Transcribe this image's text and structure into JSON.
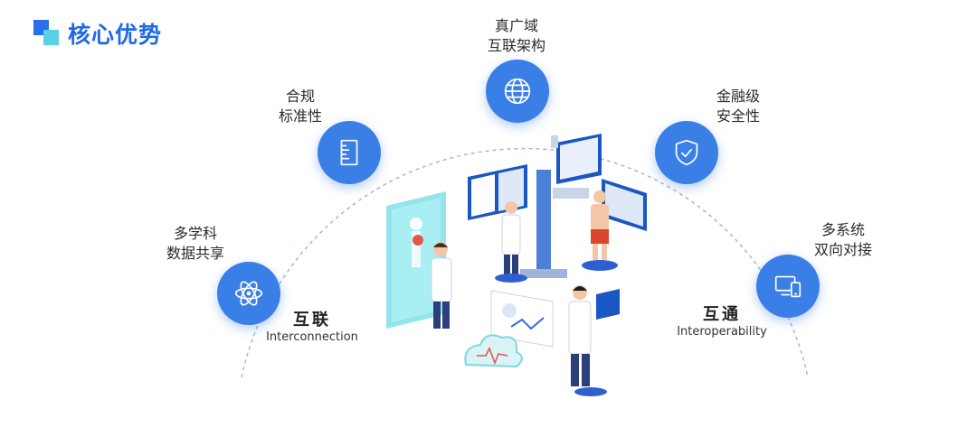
{
  "header": {
    "title": "核心优势"
  },
  "nodes": [
    {
      "id": "multi-subject",
      "line1": "多学科",
      "line2": "数据共享",
      "icon": "atom-icon"
    },
    {
      "id": "compliance",
      "line1": "合规",
      "line2": "标准性",
      "icon": "ruler-icon"
    },
    {
      "id": "wan",
      "line1": "真广域",
      "line2": "互联架构",
      "icon": "globe-icon"
    },
    {
      "id": "security",
      "line1": "金融级",
      "line2": "安全性",
      "icon": "shield-check-icon"
    },
    {
      "id": "multi-system",
      "line1": "多系统",
      "line2": "双向对接",
      "icon": "devices-icon"
    }
  ],
  "left_caption": {
    "cn": "互联",
    "en": "Interconnection"
  },
  "right_caption": {
    "cn": "互通",
    "en": "Interoperability"
  },
  "colors": {
    "brand": "#1d6ae6",
    "node": "#3a7fe6",
    "accent": "#5ad0e6"
  }
}
